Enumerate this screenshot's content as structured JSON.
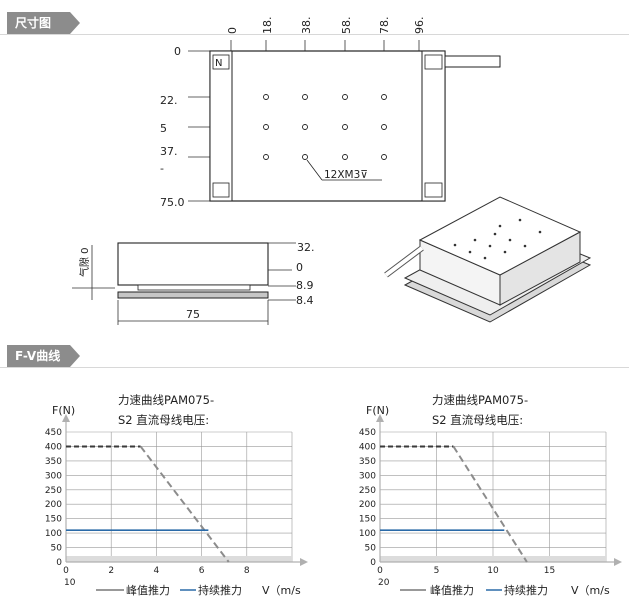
{
  "sections": {
    "dimensions_title": "尺寸图",
    "fv_title": "F-V曲线"
  },
  "dimension_drawing": {
    "top_dims": [
      "0",
      "18.",
      "38.",
      "58.",
      "78.",
      "96."
    ],
    "left_dims": [
      "0",
      "22.",
      "5",
      "37.",
      "-",
      "75.0"
    ],
    "n_mark": "N",
    "hole_callout": "12XM3",
    "hole_callout_symbol": "⊽",
    "side_left_label": "气隙 0",
    "side_right_dims": [
      "32.",
      "0",
      "8.9",
      "8.4"
    ],
    "side_bottom_dim": "75"
  },
  "charts": [
    {
      "title_line1": "力速曲线PAM075-",
      "title_line2": "S2 直流母线电压:",
      "y_unit": "F(N)",
      "legend_peak": "峰值推力",
      "legend_cont": "持续推力",
      "legend_v": "V（m/s",
      "x_first_tick_overlap": "10"
    },
    {
      "title_line1": "力速曲线PAM075-",
      "title_line2": "S2 直流母线电压:",
      "y_unit": "F(N)",
      "legend_peak": "峰值推力",
      "legend_cont": "持续推力",
      "legend_v": "V（m/s",
      "x_first_tick_overlap": "20"
    }
  ],
  "chart_data": [
    {
      "type": "line",
      "title": "力速曲线PAM075- S2 直流母线电压:",
      "ylabel": "F(N)",
      "xlabel": "V（m/s",
      "xlim": [
        0,
        10
      ],
      "ylim": [
        0,
        450
      ],
      "x_ticks": [
        0,
        2,
        4,
        6,
        8
      ],
      "y_ticks": [
        0,
        50,
        100,
        150,
        200,
        250,
        300,
        350,
        400,
        450
      ],
      "grid": true,
      "series": [
        {
          "name": "峰值推力",
          "style": "dashed",
          "color": "#3a3a3a",
          "x": [
            0,
            3.3
          ],
          "y": [
            400,
            400
          ]
        },
        {
          "name": "峰值推力 (falling)",
          "style": "dashed",
          "color": "#8c8c8c",
          "x": [
            3.3,
            7.2
          ],
          "y": [
            400,
            0
          ]
        },
        {
          "name": "持续推力",
          "style": "solid",
          "color": "#2a6aa8",
          "x": [
            0,
            6.3
          ],
          "y": [
            110,
            110
          ]
        }
      ]
    },
    {
      "type": "line",
      "title": "力速曲线PAM075- S2 直流母线电压:",
      "ylabel": "F(N)",
      "xlabel": "V（m/s",
      "xlim": [
        0,
        20
      ],
      "ylim": [
        0,
        450
      ],
      "x_ticks": [
        0,
        5,
        10,
        15
      ],
      "y_ticks": [
        0,
        50,
        100,
        150,
        200,
        250,
        300,
        350,
        400,
        450
      ],
      "grid": true,
      "series": [
        {
          "name": "峰值推力",
          "style": "dashed",
          "color": "#3a3a3a",
          "x": [
            0,
            6.5
          ],
          "y": [
            400,
            400
          ]
        },
        {
          "name": "峰值推力 (falling)",
          "style": "dashed",
          "color": "#8c8c8c",
          "x": [
            6.5,
            13
          ],
          "y": [
            400,
            0
          ]
        },
        {
          "name": "持续推力",
          "style": "solid",
          "color": "#2a6aa8",
          "x": [
            0,
            11
          ],
          "y": [
            110,
            110
          ]
        }
      ]
    }
  ]
}
